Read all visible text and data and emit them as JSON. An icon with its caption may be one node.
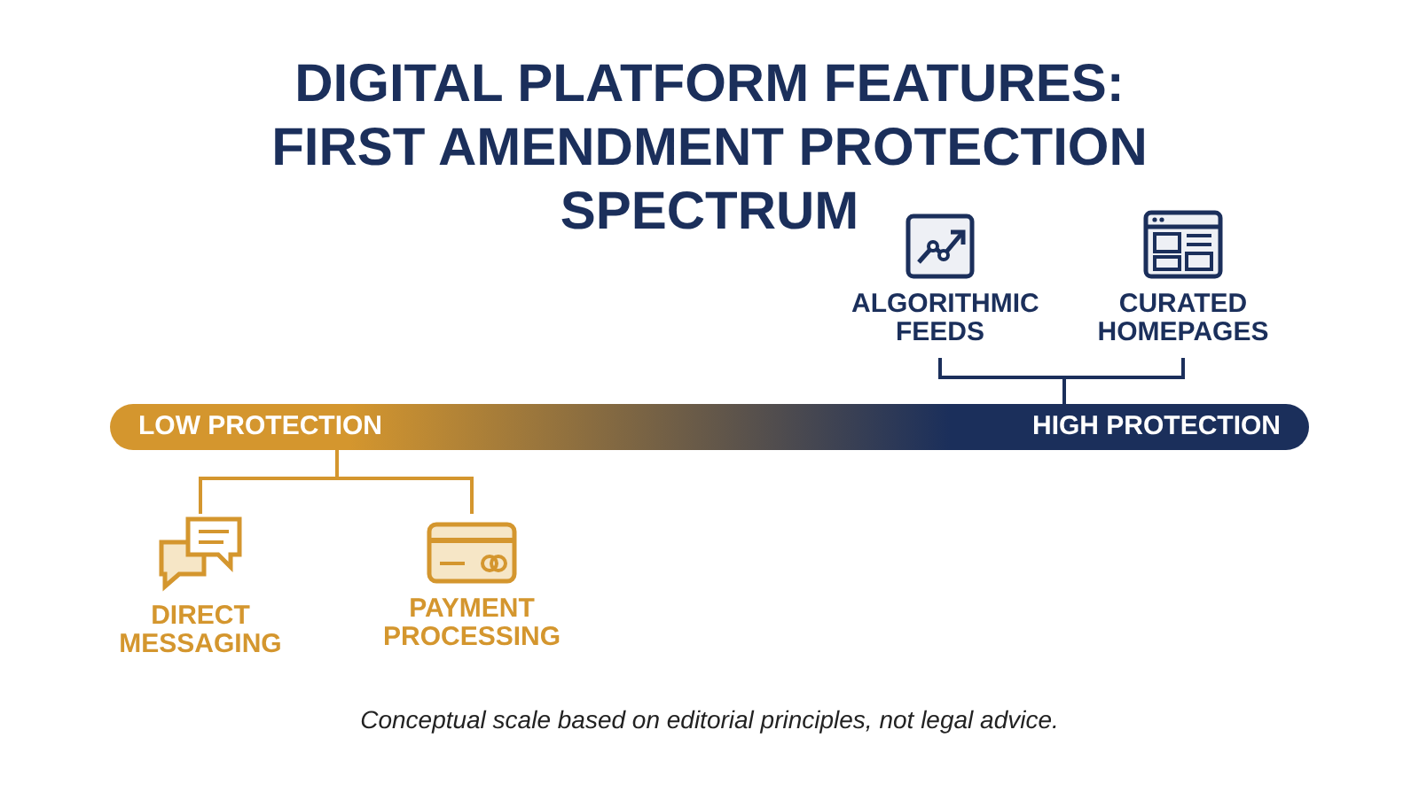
{
  "diagram": {
    "title": "DIGITAL PLATFORM FEATURES: FIRST AMENDMENT PROTECTION SPECTRUM",
    "caption": "Conceptual scale based on editorial principles, not legal advice.",
    "nodes": [
      {
        "text": [
          "LOW PROTECTION",
          "HIGH PROTECTION"
        ]
      },
      {
        "text": [
          "ALGORITHMIC FEEDS"
        ]
      },
      {
        "text": [
          "CURATED HOMEPAGES"
        ]
      },
      {
        "text": [
          "DIRECT MESSAGING"
        ]
      },
      {
        "text": [
          "PAYMENT PROCESSING"
        ]
      }
    ],
    "edges": [
      {
        "from": 0,
        "to": 1,
        "arrow": "none",
        "color": "#1b2f5b"
      },
      {
        "from": 0,
        "to": 2,
        "arrow": "none",
        "color": "#1b2f5b"
      },
      {
        "from": 0,
        "to": 3,
        "arrow": "none",
        "color": "#d4962e"
      },
      {
        "from": 0,
        "to": 4,
        "arrow": "none",
        "color": "#d4962e"
      }
    ]
  }
}
